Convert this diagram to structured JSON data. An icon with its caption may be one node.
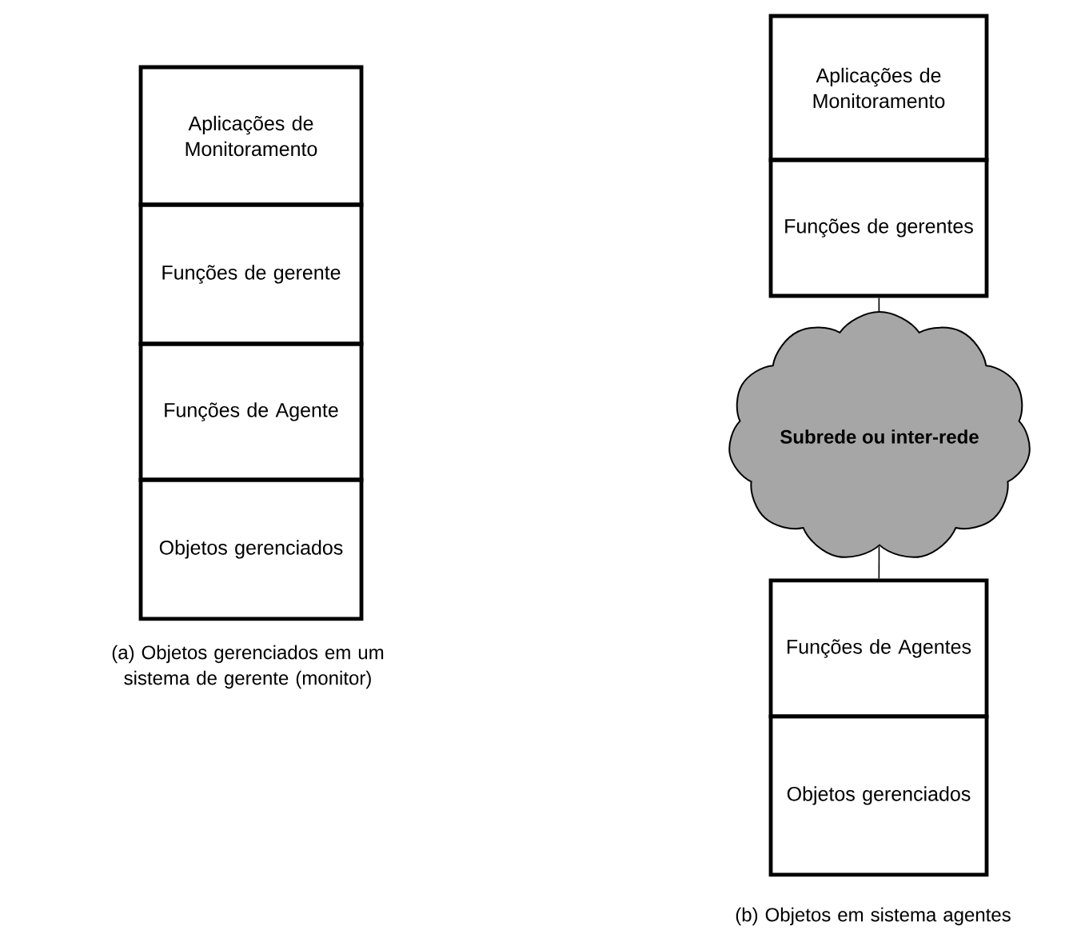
{
  "diagram": {
    "nodes": [
      {
        "text": [
          "Aplicações de Monitoramento"
        ]
      },
      {
        "text": [
          "Funções de gerente"
        ]
      },
      {
        "text": [
          "Funções de Agente"
        ]
      },
      {
        "text": [
          "Objetos gerenciados"
        ]
      },
      {
        "text": [
          "Aplicações de Monitoramento"
        ]
      },
      {
        "text": [
          "Funções de gerentes"
        ]
      },
      {
        "text": [
          "Subrede ou inter-rede"
        ]
      },
      {
        "text": [
          "Funções de Agentes"
        ]
      },
      {
        "text": [
          "Objetos gerenciados"
        ]
      }
    ],
    "edges": [
      {
        "from": 5,
        "to": 6,
        "arrow": "none"
      },
      {
        "from": 6,
        "to": 7,
        "arrow": "none"
      }
    ],
    "labels": [
      "(a) Objetos gerenciados em um sistema de gerente (monitor)",
      "(b) Objetos em sistema agentes"
    ]
  }
}
